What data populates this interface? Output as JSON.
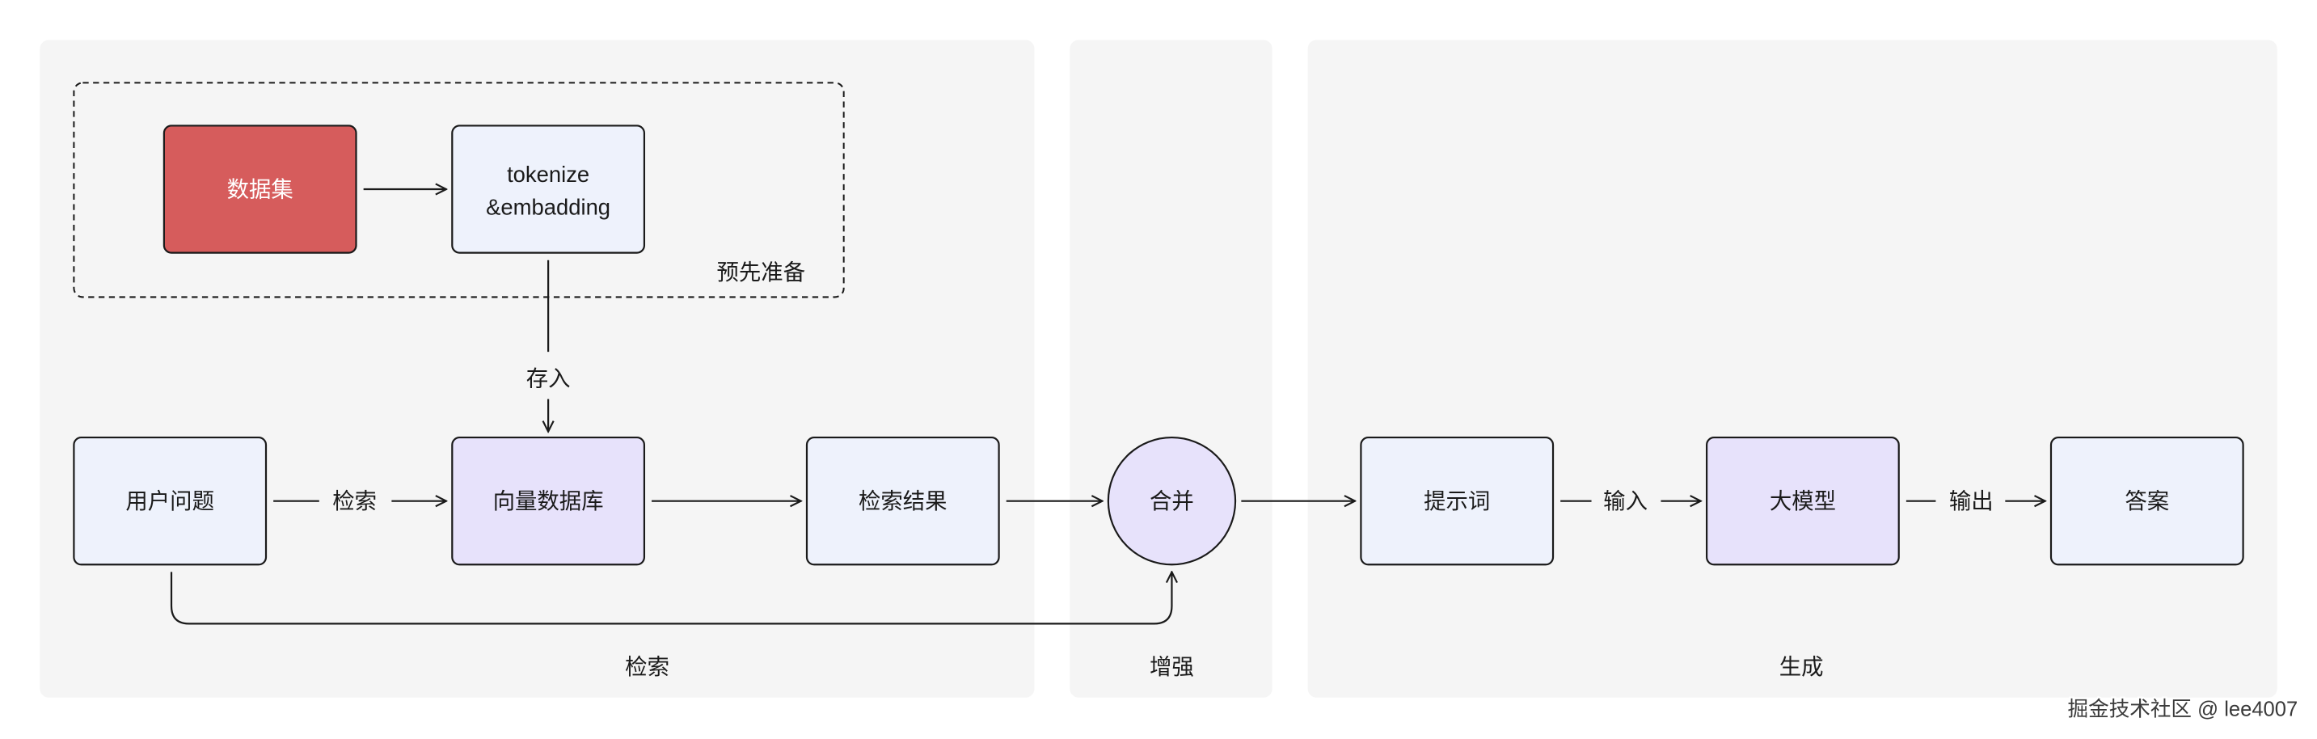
{
  "panels": {
    "retrieve": "检索",
    "augment": "增强",
    "generate": "生成"
  },
  "prep_group": {
    "label": "预先准备"
  },
  "nodes": {
    "dataset": "数据集",
    "tokenize_line1": "tokenize",
    "tokenize_line2": "&embadding",
    "user_question": "用户问题",
    "vector_db": "向量数据库",
    "search_results": "检索结果",
    "merge": "合并",
    "prompt": "提示词",
    "llm": "大模型",
    "answer": "答案"
  },
  "edges": {
    "store": "存入",
    "retrieve": "检索",
    "input": "输入",
    "output": "输出"
  },
  "watermark": "掘金技术社区 @ lee4007",
  "colors": {
    "panel_bg": "#f5f5f5",
    "dataset_fill": "#d65c5c",
    "light_blue": "#eef2fc",
    "lavender": "#e7e2fb"
  }
}
